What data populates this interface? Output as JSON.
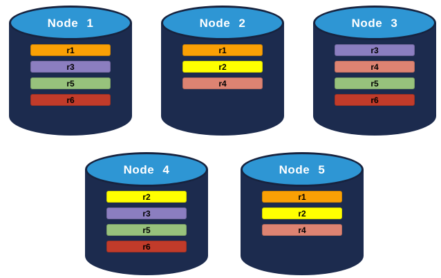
{
  "diagram": {
    "background": "#FFFFFF",
    "node_shape": "database-cylinder",
    "colors": {
      "cylinder_body": "#1C2B4E",
      "cylinder_top_fill": "#2E96D4",
      "cylinder_outline": "#17233F",
      "node_label_text": "#FFFFFF",
      "replica_label_text": "#000000"
    },
    "replica_colors": {
      "r1": "#FAA005",
      "r2": "#FFFF00",
      "r3": "#8B7EC0",
      "r4": "#DD8372",
      "r5": "#97C27C",
      "r6": "#C13B2A"
    },
    "nodes": [
      {
        "label": "Node 1",
        "replicas": [
          "r1",
          "r3",
          "r5",
          "r6"
        ]
      },
      {
        "label": "Node 2",
        "replicas": [
          "r1",
          "r2",
          "r4"
        ]
      },
      {
        "label": "Node 3",
        "replicas": [
          "r3",
          "r4",
          "r5",
          "r6"
        ]
      },
      {
        "label": "Node 4",
        "replicas": [
          "r2",
          "r3",
          "r5",
          "r6"
        ]
      },
      {
        "label": "Node 5",
        "replicas": [
          "r1",
          "r2",
          "r4"
        ]
      }
    ]
  }
}
